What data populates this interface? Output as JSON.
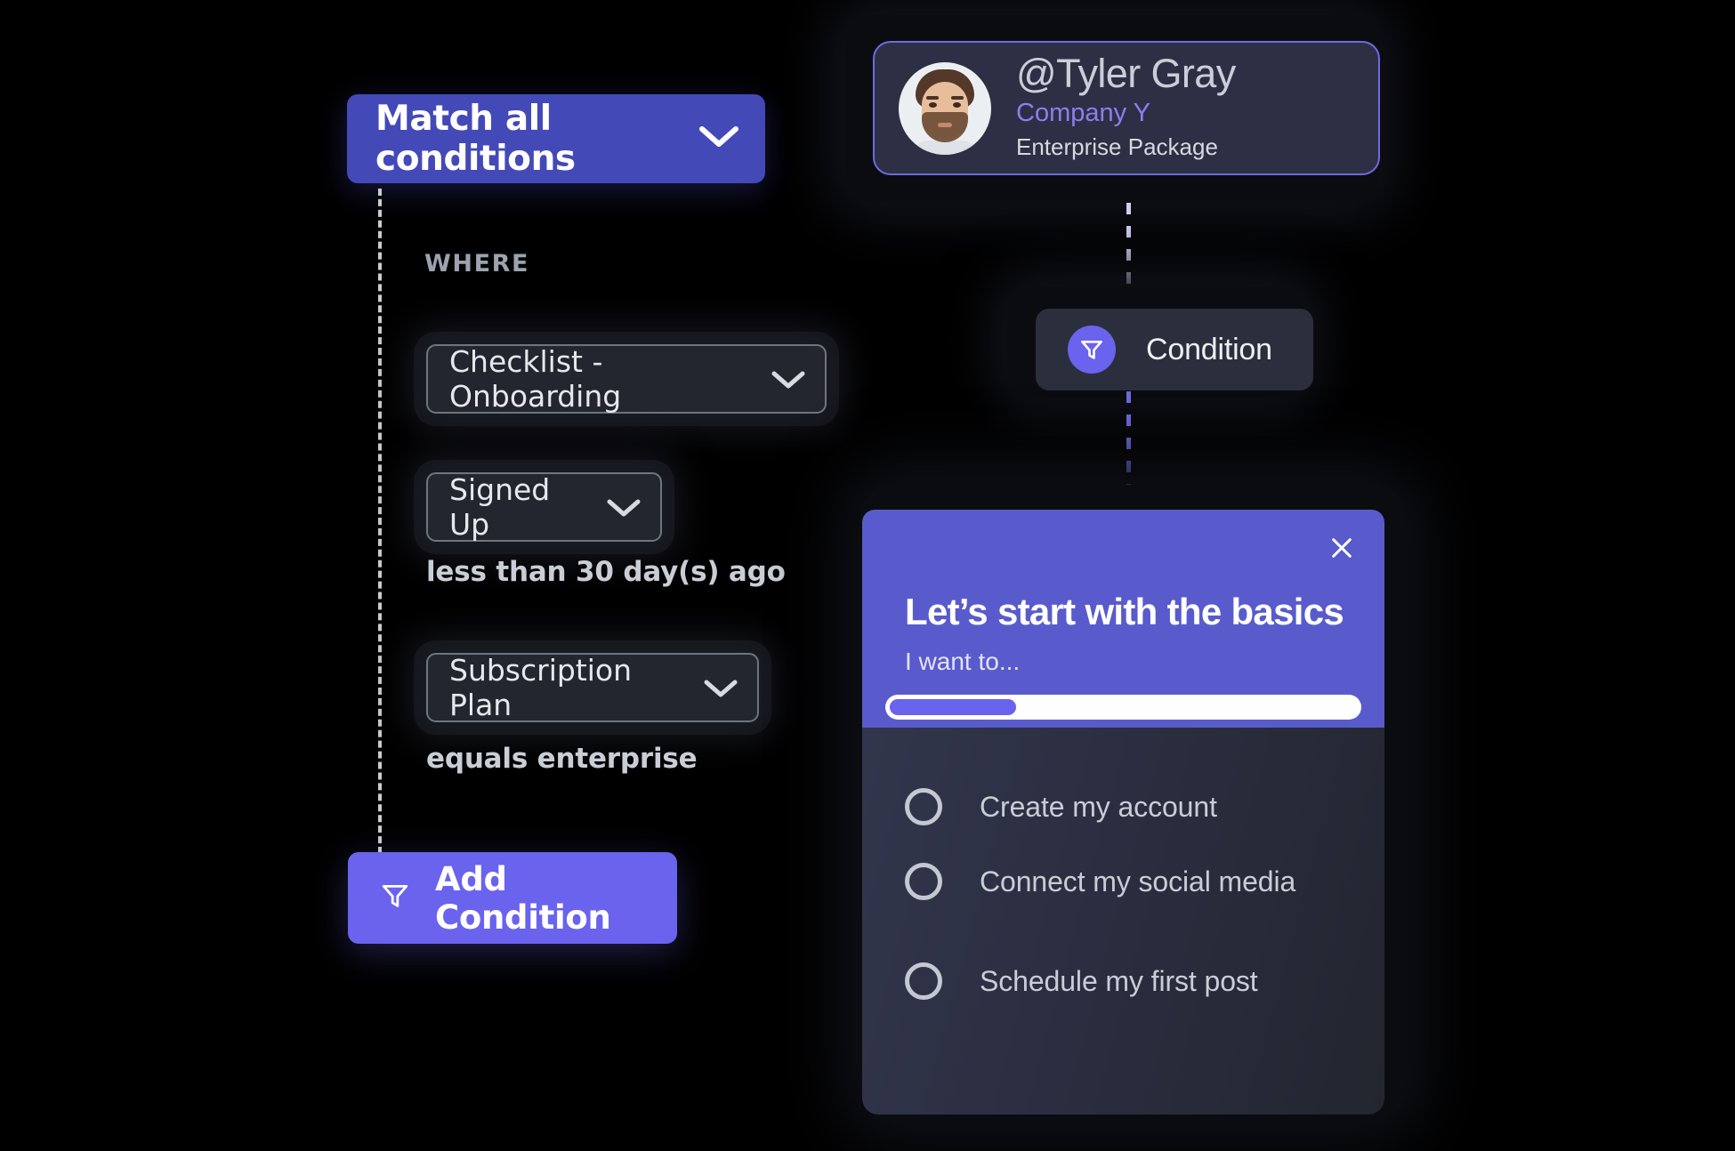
{
  "condition_builder": {
    "match_button": {
      "label": "Match all conditions",
      "icon": "chevron-down-icon",
      "color": "#4449b8"
    },
    "where_label": "WHERE",
    "fields": [
      {
        "value": "Checklist - Onboarding",
        "icon": "chevron-down-icon",
        "operator": ""
      },
      {
        "value": "Signed Up",
        "icon": "chevron-down-icon",
        "operator": "less than 30 day(s) ago"
      },
      {
        "value": "Subscription Plan",
        "icon": "chevron-down-icon",
        "operator": "equals enterprise"
      }
    ],
    "add_condition": {
      "label": "Add Condition",
      "icon": "funnel-icon",
      "color": "#6a63ee"
    }
  },
  "flow": {
    "user_card": {
      "name": "@Tyler Gray",
      "company": "Company Y",
      "plan": "Enterprise Package",
      "company_color": "#8a7ff0",
      "border_color": "#6f6ae0"
    },
    "condition_node": {
      "label": "Condition",
      "icon": "funnel-icon",
      "icon_color": "#6a63ee"
    }
  },
  "modal": {
    "close_icon": "close-icon",
    "title": "Let’s start with the basics",
    "subtitle": "I want to...",
    "header_color": "#595bcc",
    "progress_percent": 27,
    "options": [
      {
        "label": "Create my account"
      },
      {
        "label": "Connect my social media"
      },
      {
        "label": "Schedule my first post"
      }
    ]
  }
}
